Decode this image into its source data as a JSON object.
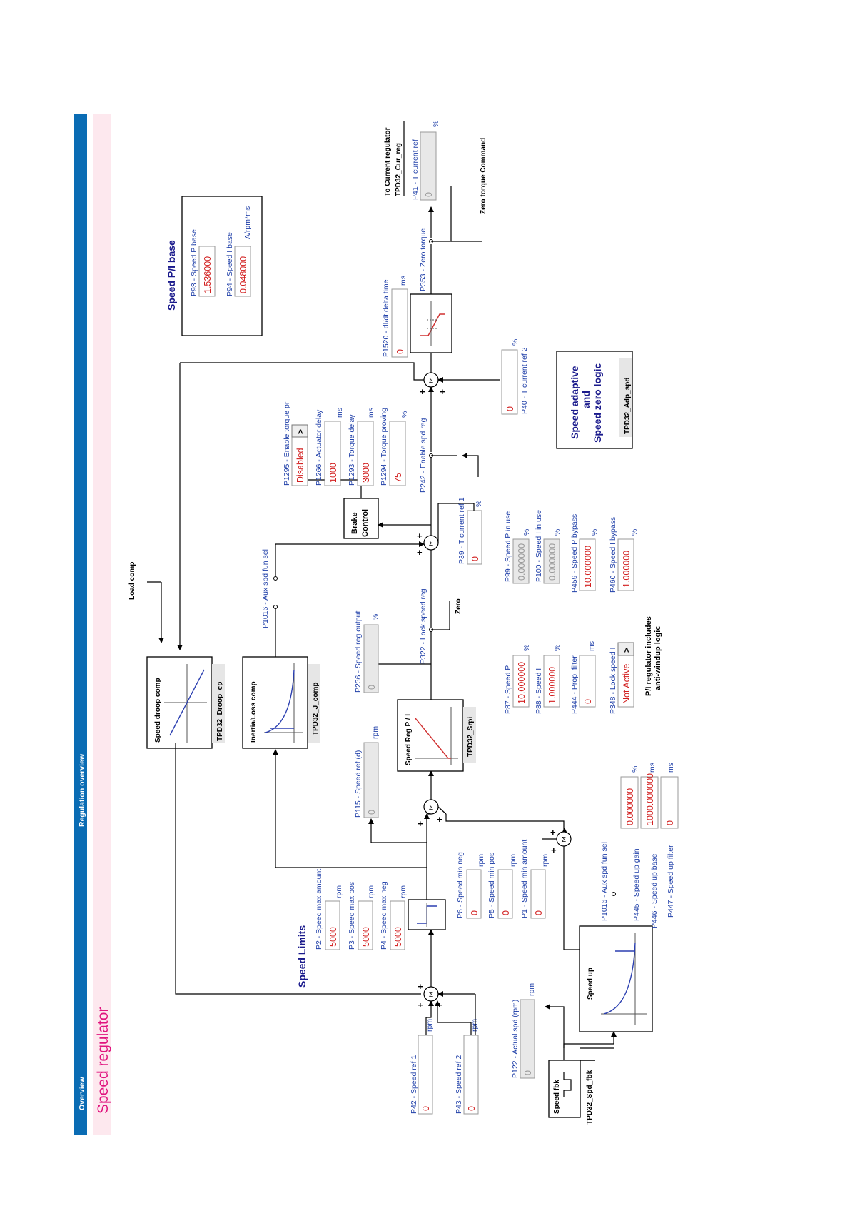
{
  "header": {
    "nav_overview": "Overview",
    "nav_regulation": "Regulation overview",
    "page_title": "Speed regulator"
  },
  "colors": {
    "nav_bar": "#0a6cb4",
    "title_band": "#fde8ee",
    "title": "#e0157f",
    "label": "#1f3fa8",
    "value": "#d21e1e"
  },
  "inputs": {
    "p42_label": "P42 - Speed ref 1",
    "p42_value": "0",
    "p42_unit": "rpm",
    "p43_label": "P43 - Speed ref 2",
    "p43_value": "0",
    "p43_unit": "rpm",
    "p122_label": "P122 - Actual spd (rpm)",
    "p122_value": "0",
    "p122_unit": "rpm"
  },
  "speed_fbk": {
    "title": "Speed fbk",
    "tag": "TPD32_Spd_fbk"
  },
  "speed_limits": {
    "title": "Speed Limits",
    "p2_label": "P2 - Speed max amount",
    "p2_value": "5000",
    "p2_unit": "rpm",
    "p3_label": "P3 - Speed max pos",
    "p3_value": "5000",
    "p3_unit": "rpm",
    "p4_label": "P4 - Speed max neg",
    "p4_value": "5000",
    "p4_unit": "rpm",
    "p6_label": "P6 - Speed min neg",
    "p6_value": "0",
    "p6_unit": "rpm",
    "p5_label": "P5 - Speed min pos",
    "p5_value": "0",
    "p5_unit": "rpm",
    "p1_label": "P1 - Speed min amount",
    "p1_value": "0",
    "p1_unit": "rpm"
  },
  "speed_up": {
    "title": "Speed up",
    "p1016_label": "P1016 - Aux spd fun sel",
    "p445_label": "P445 - Speed up gain",
    "p445_value": "0.000000",
    "p445_unit": "%",
    "p446_label": "P446 - Speed up base",
    "p446_value": "1000.000000",
    "p446_unit": "ms",
    "p447_label": "P447 - Speed up filter",
    "p447_value": "0",
    "p447_unit": "ms"
  },
  "speed_ref_d": {
    "label": "P115 - Speed ref (d)",
    "value": "0",
    "unit": "rpm"
  },
  "speed_reg": {
    "title": "Speed Reg P / I",
    "tag": "TPD32_Srpi",
    "p236_label": "P236 - Speed reg output",
    "p236_value": "0",
    "p236_unit": "%",
    "p322_label": "P322 - Lock speed reg",
    "zero": "Zero"
  },
  "droop": {
    "title": "Speed droop comp",
    "tag": "TPD32_Droop_cp",
    "load_comp": "Load comp"
  },
  "inertia": {
    "title": "Inertia/Loss comp",
    "tag": "TPD32_J_comp",
    "p1016_label": "P1016 - Aux spd fun sel"
  },
  "gains": {
    "p87_label": "P87 - Speed P",
    "p87_value": "10.000000",
    "p87_unit": "%",
    "p88_label": "P88 - Speed I",
    "p88_value": "1.000000",
    "p88_unit": "%",
    "p444_label": "P444 - Prop. filter",
    "p444_value": "0",
    "p444_unit": "ms",
    "p348_label": "P348 - Lock speed I",
    "p348_value": "Not Active",
    "note_line1": "P/I regulator includes",
    "note_line2": "anti-windup logic",
    "p99_label": "P99 - Speed P in use",
    "p99_value": "0.000000",
    "p99_unit": "%",
    "p100_label": "P100 - Speed I in use",
    "p100_value": "0.000000",
    "p100_unit": "%",
    "p459_label": "P459 - Speed P bypass",
    "p459_value": "10.000000",
    "p459_unit": "%",
    "p460_label": "P460 - Speed I bypass",
    "p460_value": "1.000000",
    "p460_unit": "%"
  },
  "brake": {
    "title_line1": "Brake",
    "title_line2": "Control",
    "p1295_label": "P1295 - Enable torque pr",
    "p1295_value": "Disabled",
    "p1266_label": "P1266 - Actuator delay",
    "p1266_value": "1000",
    "p1266_unit": "ms",
    "p1293_label": "P1293 - Torque delay",
    "p1293_value": "3000",
    "p1293_unit": "ms",
    "p1294_label": "P1294 - Torque proving",
    "p1294_value": "75",
    "p1294_unit": "%",
    "p39_label": "P39 - T current ref 1",
    "p39_value": "0",
    "p39_unit": "%",
    "p242_label": "P242 - Enable spd reg"
  },
  "torque": {
    "p40_label": "P40 - T current ref 2",
    "p40_value": "0",
    "p40_unit": "%",
    "p1520_label": "P1520 - dI/dt delta time",
    "p1520_value": "0",
    "p1520_unit": "ms",
    "p353_label": "P353 - Zero torque",
    "zero_cmd": "Zero torque Command",
    "to_current_line1": "To Current regulator",
    "to_current_line2": "TPD32_Cur_reg",
    "p41_label": "P41 - T current ref",
    "p41_value": "0",
    "p41_unit": "%"
  },
  "adaptive": {
    "line1": "Speed adaptive",
    "line2": "and",
    "line3": "Speed zero logic",
    "tag": "TPD32_Adp_spd"
  },
  "pi_base": {
    "title": "Speed P/I base",
    "p93_label": "P93 - Speed P base",
    "p93_value": "1.536000",
    "p94_label": "P94 - Speed I base",
    "p94_value": "0.048000",
    "p94_unit": "A/rpm*ms"
  }
}
